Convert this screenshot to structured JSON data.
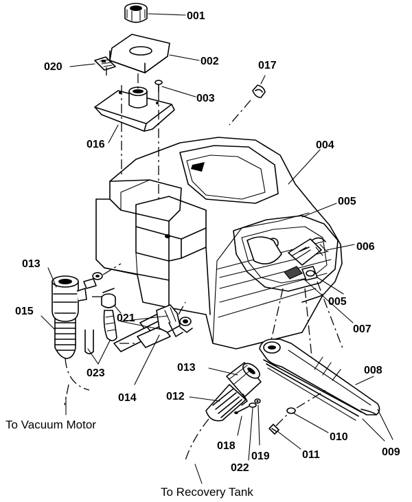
{
  "part_labels": {
    "p001": "001",
    "p002": "002",
    "p003": "003",
    "p004": "004",
    "p005a": "005",
    "p005b": "005",
    "p006": "006",
    "p007": "007",
    "p008": "008",
    "p009": "009",
    "p010": "010",
    "p011": "011",
    "p012": "012",
    "p013a": "013",
    "p013b": "013",
    "p014": "014",
    "p015": "015",
    "p016": "016",
    "p017": "017",
    "p018": "018",
    "p019": "019",
    "p020": "020",
    "p021": "021",
    "p022": "022",
    "p023": "023"
  },
  "captions": {
    "vacuum_motor": "To Vacuum Motor",
    "recovery_tank": "To Recovery Tank"
  }
}
